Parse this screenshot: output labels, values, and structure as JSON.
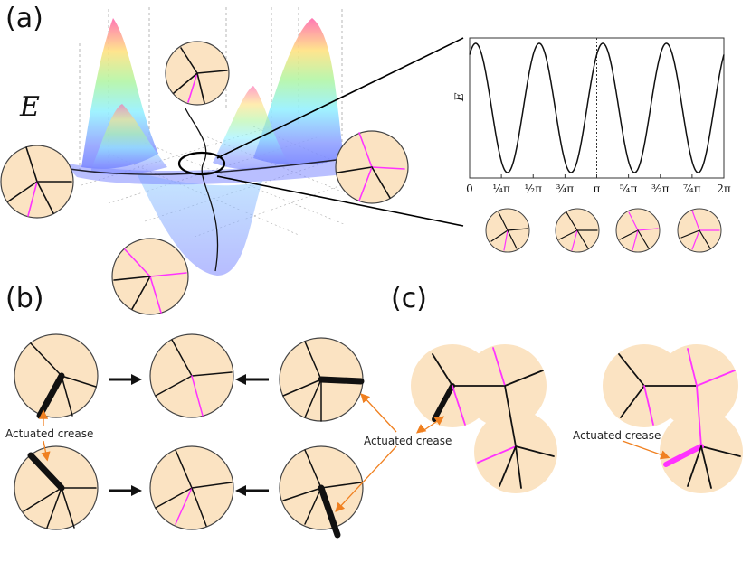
{
  "panels": {
    "a_label": "(a)",
    "b_label": "(b)",
    "c_label": "(c)"
  },
  "surface": {
    "energy_axis_label": "E"
  },
  "annotations": {
    "b_actuated": "Actuated crease",
    "b_actuated_mid": "Actuated crease",
    "c_actuated": "Actuated crease"
  },
  "colors": {
    "paper": "#fbe3c2",
    "crease_magenta": "#ff33ff",
    "crease_black": "#111111",
    "arrow_orange": "#f08020"
  },
  "chart_data": {
    "type": "line",
    "title": "",
    "xlabel": "",
    "ylabel": "E",
    "xlim": [
      0,
      6.2832
    ],
    "ylim": [
      -1.0,
      1.0
    ],
    "x_tick_labels": [
      "0",
      "¼π",
      "½π",
      "¾π",
      "π",
      "⁵⁄₄π",
      "³⁄₂π",
      "⁷⁄₄π",
      "2π"
    ],
    "x_ticks": [
      0,
      0.7854,
      1.5708,
      2.3562,
      3.1416,
      3.927,
      4.7124,
      5.4978,
      6.2832
    ],
    "dashed_vline_x": 3.1416,
    "curve": "E(θ) = cos(4θ − 0.6)",
    "series": [
      {
        "x": [
          0,
          0.15,
          0.3,
          0.45,
          0.6,
          0.75,
          0.9,
          1.05,
          1.2,
          1.35,
          1.5,
          1.65,
          1.8,
          1.95,
          2.1,
          2.25,
          2.4,
          2.55,
          2.7,
          2.85,
          3.0,
          3.15,
          3.3,
          3.45,
          3.6,
          3.75,
          3.9,
          4.05,
          4.2,
          4.35,
          4.5,
          4.65,
          4.8,
          4.95,
          5.1,
          5.25,
          5.4,
          5.55,
          5.7,
          5.85,
          6.0,
          6.15,
          6.2832
        ],
        "values": [
          0.83,
          1.0,
          0.83,
          0.36,
          -0.23,
          -0.74,
          -0.99,
          -0.91,
          -0.51,
          0.07,
          0.62,
          0.96,
          0.96,
          0.62,
          0.08,
          -0.51,
          -0.91,
          -0.99,
          -0.74,
          -0.23,
          0.36,
          0.84,
          1.0,
          0.83,
          0.36,
          -0.23,
          -0.74,
          -0.99,
          -0.91,
          -0.51,
          0.07,
          0.62,
          0.96,
          0.96,
          0.62,
          0.08,
          -0.51,
          -0.91,
          -0.99,
          -0.74,
          -0.23,
          0.36,
          0.83
        ]
      }
    ]
  }
}
